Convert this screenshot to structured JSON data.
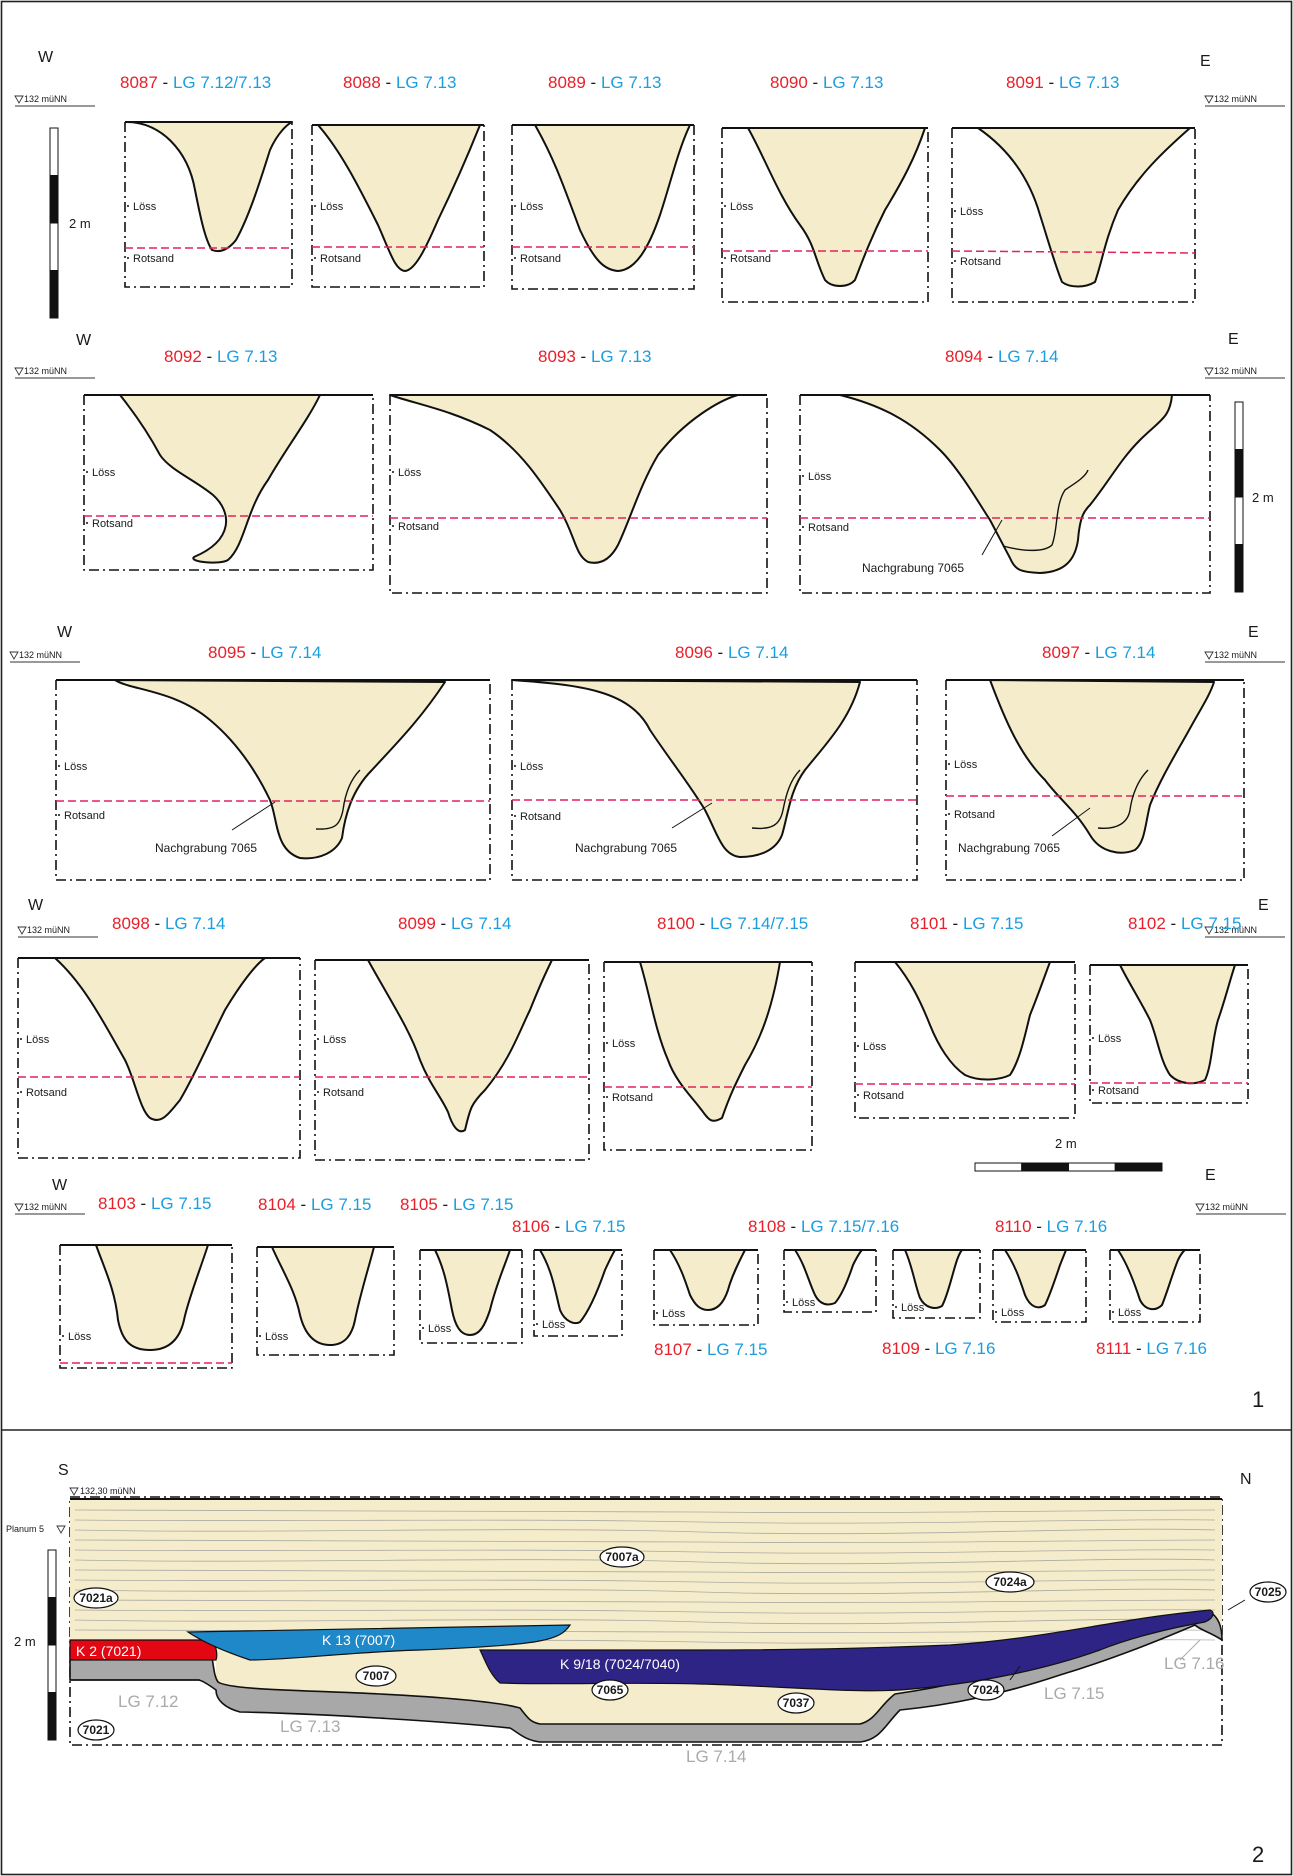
{
  "panel1": {
    "number": "1",
    "dir_w": "W",
    "dir_e": "E",
    "datum": "132 müNN",
    "scale_label": "2 m",
    "loess": "Löss",
    "rotsand": "Rotsand",
    "nachgrabung": "Nachgrabung 7065",
    "rows": [
      [
        {
          "id": "8087",
          "lg": "LG 7.12/7.13"
        },
        {
          "id": "8088",
          "lg": "LG 7.13"
        },
        {
          "id": "8089",
          "lg": "LG 7.13"
        },
        {
          "id": "8090",
          "lg": "LG 7.13"
        },
        {
          "id": "8091",
          "lg": "LG 7.13"
        }
      ],
      [
        {
          "id": "8092",
          "lg": "LG 7.13"
        },
        {
          "id": "8093",
          "lg": "LG 7.13"
        },
        {
          "id": "8094",
          "lg": "LG 7.14"
        }
      ],
      [
        {
          "id": "8095",
          "lg": "LG 7.14"
        },
        {
          "id": "8096",
          "lg": "LG 7.14"
        },
        {
          "id": "8097",
          "lg": "LG 7.14"
        }
      ],
      [
        {
          "id": "8098",
          "lg": "LG 7.14"
        },
        {
          "id": "8099",
          "lg": "LG 7.14"
        },
        {
          "id": "8100",
          "lg": "LG 7.14/7.15"
        },
        {
          "id": "8101",
          "lg": "LG 7.15"
        },
        {
          "id": "8102",
          "lg": "LG 7.15"
        }
      ],
      [
        {
          "id": "8103",
          "lg": "LG 7.15"
        },
        {
          "id": "8104",
          "lg": "LG 7.15"
        },
        {
          "id": "8105",
          "lg": "LG 7.15"
        },
        {
          "id": "8106",
          "lg": "LG 7.15"
        },
        {
          "id": "8107",
          "lg": "LG 7.15"
        },
        {
          "id": "8108",
          "lg": "LG 7.15/7.16"
        },
        {
          "id": "8109",
          "lg": "LG 7.16"
        },
        {
          "id": "8110",
          "lg": "LG 7.16"
        },
        {
          "id": "8111",
          "lg": "LG 7.16"
        }
      ]
    ]
  },
  "panel2": {
    "number": "2",
    "dir_s": "S",
    "dir_n": "N",
    "datum": "132,30 müNN",
    "planum": "Planum 5",
    "scale_label": "2 m",
    "features": {
      "f7021a": "7021a",
      "f7007a": "7007a",
      "f7024a": "7024a",
      "f7025": "7025",
      "f7007": "7007",
      "f7065": "7065",
      "f7037": "7037",
      "f7024": "7024",
      "f7021": "7021"
    },
    "layers": {
      "k2": "K 2 (7021)",
      "k13": "K 13 (7007)",
      "k918": "K 9/18 (7024/7040)"
    },
    "lg": {
      "lg712": "LG 7.12",
      "lg713": "LG 7.13",
      "lg714": "LG 7.14",
      "lg715": "LG 7.15",
      "lg716": "LG 7.16"
    }
  },
  "colors": {
    "fill": "#f4ecca",
    "red_label": "#e8202a",
    "blue_label": "#1a9ee0",
    "dashed_boundary": "#e0245a",
    "k2": "#e30613",
    "k13": "#1e88c8",
    "k918": "#2e2486",
    "ditch_gray": "#a8a8a8"
  }
}
